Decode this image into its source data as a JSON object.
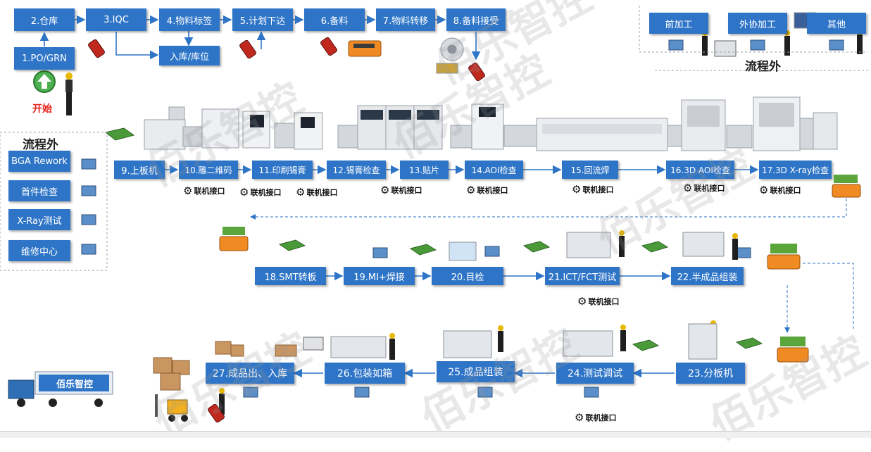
{
  "colors": {
    "box": "#2f75c7",
    "arrow": "#2f75c7",
    "start": "#e8221a"
  },
  "steps": {
    "s1": "1.PO/GRN",
    "s2": "2.仓库",
    "s3": "3.IQC",
    "s4": "4.物料标签",
    "s4b": "入库/库位",
    "s5": "5.计划下达",
    "s6": "6.备料",
    "s7": "7.物料转移",
    "s8": "8.备料接受",
    "s9": "9.上板机",
    "s10": "10.雕二维码",
    "s11": "11.印刷锡膏",
    "s12": "12.锡膏检查",
    "s13": "13.贴片",
    "s14": "14.AOI检查",
    "s15": "15.回流焊",
    "s16": "16.3D AOI检查",
    "s17": "17.3D X-ray检查",
    "s18": "18.SMT转板",
    "s19": "19.MI+焊接",
    "s20": "20.目检",
    "s21": "21.ICT/FCT测试",
    "s22": "22.半成品组装",
    "s23": "23.分板机",
    "s24": "24.测试调试",
    "s25": "25.成品组装",
    "s26": "26.包装如箱",
    "s27": "27.成品出、入库"
  },
  "start_label": "开始",
  "interface_label": "联机接口",
  "outside_left": {
    "title": "流程外",
    "items": [
      "BGA Rework",
      "首件检查",
      "X-Ray测试",
      "维修中心"
    ]
  },
  "outside_right": {
    "title": "流程外",
    "items": [
      "前加工",
      "外协加工",
      "其他"
    ]
  },
  "logo_text": "佰乐智控",
  "watermark": "佰乐智控",
  "icons": [
    "up-arrow-icon",
    "worker-icon",
    "phone-scanner-icon",
    "agv-icon",
    "monitor-icon",
    "gear-icon",
    "pcb-board-icon",
    "truck-icon",
    "forklift-icon",
    "printer-icon",
    "box-icon",
    "machine-icon"
  ]
}
